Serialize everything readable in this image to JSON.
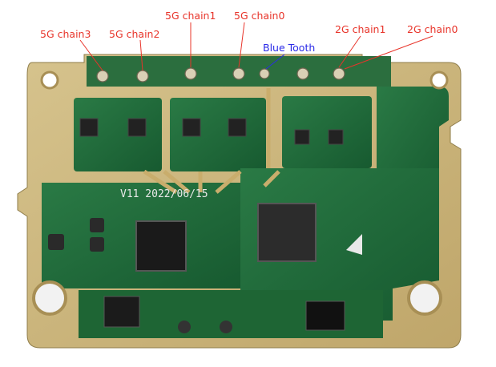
{
  "labels": {
    "c3": "5G chain3",
    "c2": "5G chain2",
    "c1": "5G chain1",
    "c0": "5G chain0",
    "bt": "Blue Tooth",
    "g1": "2G chain1",
    "g0": "2G chain0"
  },
  "silkscreen": {
    "version": "V11 2022/06/15"
  },
  "colors": {
    "label_red": "#e8342a",
    "label_blue": "#2a2ae8",
    "board_green": "#1f6b3a",
    "plating_gold": "#c8b27a"
  }
}
